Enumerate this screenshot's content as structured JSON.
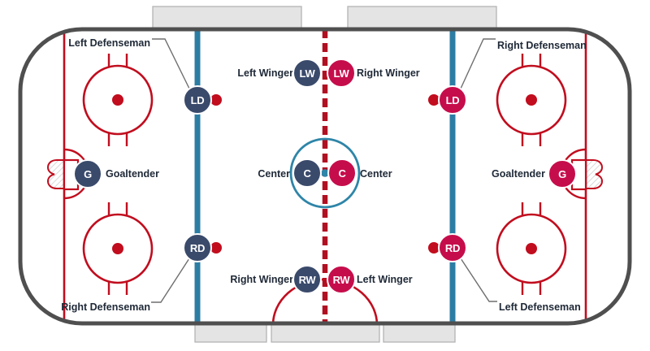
{
  "diagram": {
    "type": "ice-hockey-positions-diagram",
    "rink": "ice hockey rink top view"
  },
  "colors": {
    "navy_team": "#3A4A6B",
    "crimson_team": "#C60D4B",
    "blue_line": "#2C7DA4",
    "center_circle_blue": "#2E85A8",
    "red_line": "#C10D1E",
    "center_line_red": "#B11022",
    "board_gray": "#4F4F4F",
    "bench_fill": "#E4E4E4",
    "label_text": "#202A38",
    "marker_letter": "#FFFFFF"
  },
  "left_team": {
    "ld": {
      "abbr": "LD",
      "label": "Left Defenseman"
    },
    "lw": {
      "abbr": "LW",
      "label": "Left Winger"
    },
    "c": {
      "abbr": "C",
      "label": "Center"
    },
    "g": {
      "abbr": "G",
      "label": "Goaltender"
    },
    "rd": {
      "abbr": "RD",
      "label": "Right Defenseman"
    },
    "rw": {
      "abbr": "RW",
      "label": "Right Winger"
    }
  },
  "right_team": {
    "ld": {
      "abbr": "LD",
      "label": "Right Defenseman"
    },
    "lw": {
      "abbr": "LW",
      "label": "Right Winger"
    },
    "c": {
      "abbr": "C",
      "label": "Center"
    },
    "g": {
      "abbr": "G",
      "label": "Goaltender"
    },
    "rd": {
      "abbr": "RD",
      "label": "Left Defenseman"
    },
    "rw": {
      "abbr": "RW",
      "label": "Left Winger"
    }
  }
}
